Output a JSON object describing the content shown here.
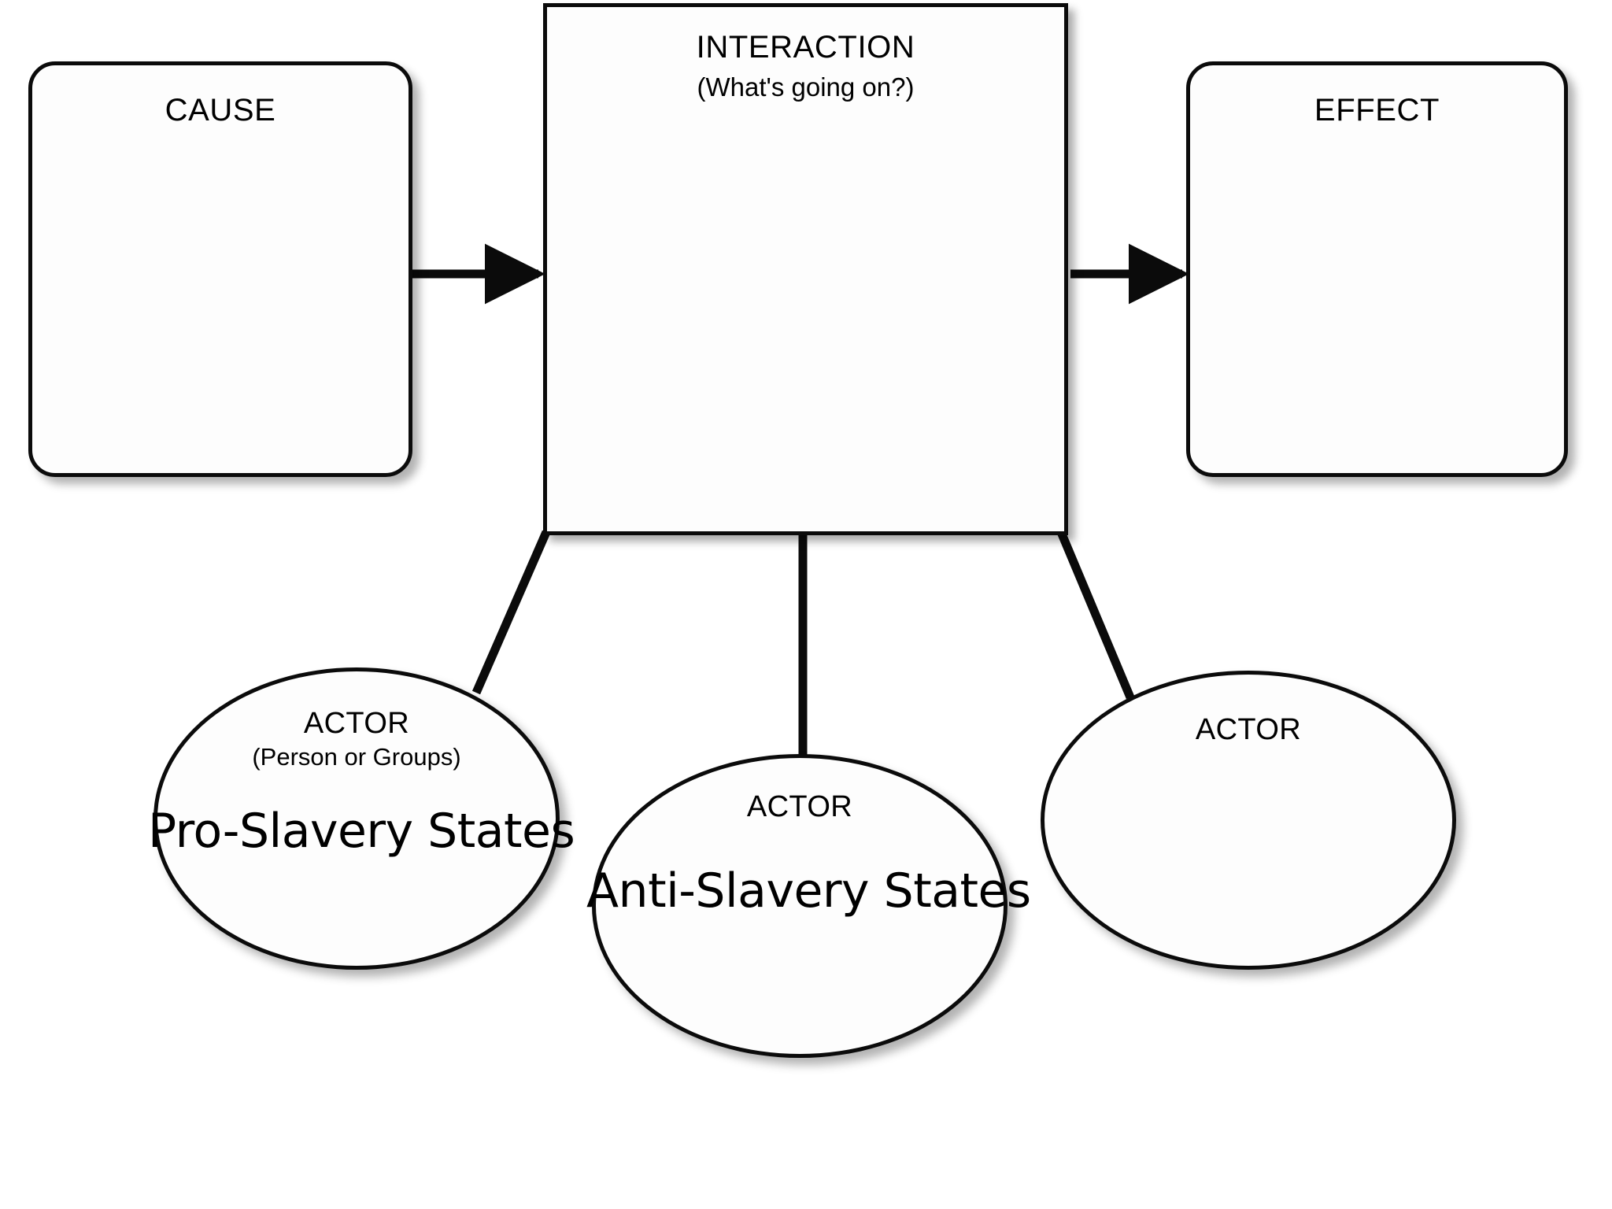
{
  "diagram": {
    "title": "Cause / Interaction / Effect graphic organizer",
    "stroke_color": "#0b0b0b",
    "fill_color": "#fdfdfd",
    "background_color": "#ffffff"
  },
  "cause": {
    "title": "CAUSE",
    "body": ""
  },
  "interaction": {
    "title": "INTERACTION",
    "subtitle": "(What's going on?)",
    "body": ""
  },
  "effect": {
    "title": "EFFECT",
    "body": ""
  },
  "actors": [
    {
      "title": "ACTOR",
      "subtitle": "(Person or Groups)",
      "body": "Pro-Slavery States"
    },
    {
      "title": "ACTOR",
      "subtitle": "",
      "body": "Anti-Slavery States"
    },
    {
      "title": "ACTOR",
      "subtitle": "",
      "body": ""
    }
  ],
  "connectors": {
    "cause_to_interaction": "arrow-right",
    "interaction_to_effect": "arrow-right",
    "interaction_to_actor_1": "line",
    "interaction_to_actor_2": "line",
    "interaction_to_actor_3": "line"
  }
}
